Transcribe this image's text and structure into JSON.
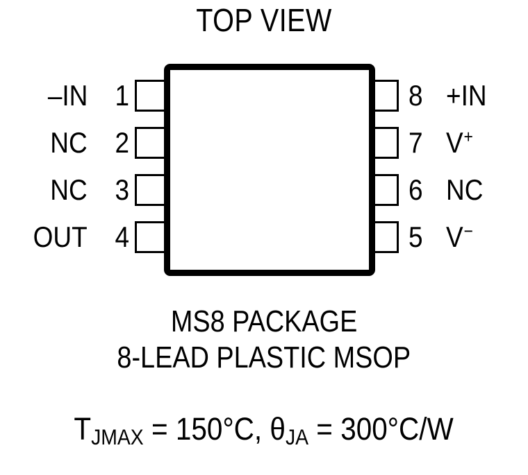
{
  "diagram": {
    "title": "TOP VIEW",
    "body_shape": "rounded-rectangle",
    "colors": {
      "outline": "#000000",
      "background": "#ffffff"
    },
    "pins": {
      "left": [
        {
          "number": "1",
          "label": "–IN",
          "label_base": "–IN",
          "sign": ""
        },
        {
          "number": "2",
          "label": "NC",
          "label_base": "NC",
          "sign": ""
        },
        {
          "number": "3",
          "label": "NC",
          "label_base": "NC",
          "sign": ""
        },
        {
          "number": "4",
          "label": "OUT",
          "label_base": "OUT",
          "sign": ""
        }
      ],
      "right": [
        {
          "number": "8",
          "label": "+IN",
          "label_base": "+IN",
          "sign": ""
        },
        {
          "number": "7",
          "label": "V+",
          "label_base": "V",
          "sign": "+"
        },
        {
          "number": "6",
          "label": "NC",
          "label_base": "NC",
          "sign": ""
        },
        {
          "number": "5",
          "label": "V−",
          "label_base": "V",
          "sign": "−"
        }
      ]
    },
    "caption": {
      "line1": "MS8 PACKAGE",
      "line2": "8-LEAD PLASTIC MSOP"
    },
    "thermal": {
      "full_text": "TJMAX = 150°C, θJA = 300°C/W",
      "tj_symbol": "T",
      "tj_subscript": "JMAX",
      "tj_equals": " = ",
      "tj_value": "150°C",
      "separator": ", ",
      "theta_symbol": "θ",
      "theta_subscript": "JA",
      "theta_equals": " = ",
      "theta_value": "300°C/W"
    }
  }
}
